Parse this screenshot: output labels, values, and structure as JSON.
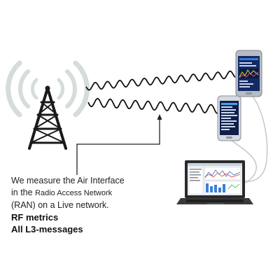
{
  "caption": {
    "line1": "We measure the Air Interface",
    "line2_prefix": "in the ",
    "line2_rest": "Radio Access Network",
    "line3": "(RAN) on a Live network.",
    "line4": "RF metrics",
    "line5": "All L3-messages"
  },
  "colors": {
    "tower": "#1a1a1a",
    "signal_arcs": "#d6dcd8",
    "waves": "#111111",
    "cables": "#bfbfbf",
    "phone_body": "#c8cdd2",
    "laptop_body": "#2a2a2a"
  },
  "icons": {
    "tower": "cell-tower-icon",
    "phone": "smartphone-icon",
    "laptop": "laptop-icon"
  }
}
